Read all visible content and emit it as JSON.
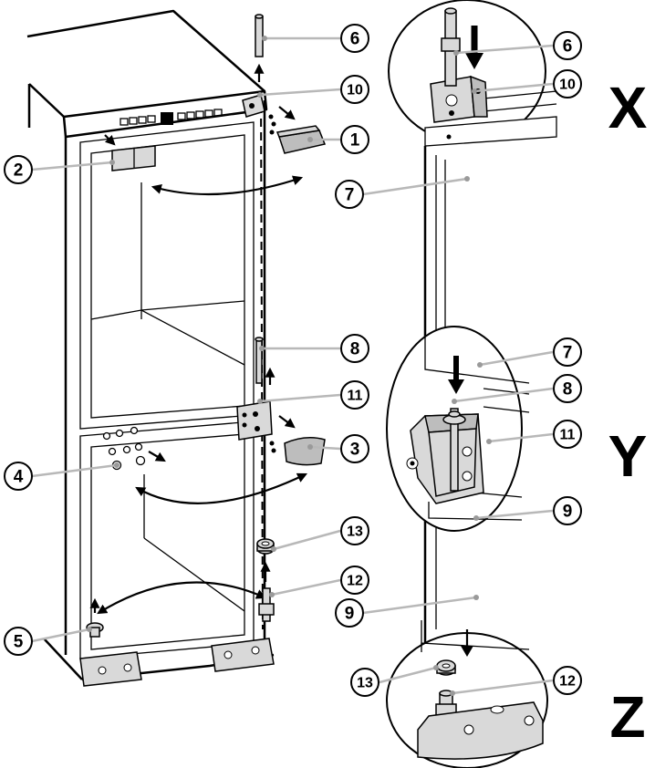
{
  "callouts": {
    "c1": "1",
    "c2": "2",
    "c3": "3",
    "c4": "4",
    "c5": "5",
    "c6_main": "6",
    "c6_detail": "6",
    "c7_main": "7",
    "c7_detail": "7",
    "c8_main": "8",
    "c8_detail": "8",
    "c9_main": "9",
    "c9_detail": "9",
    "c10_main": "10",
    "c10_detail": "10",
    "c11_main": "11",
    "c11_detail": "11",
    "c12_main": "12",
    "c12_detail": "12",
    "c13_main": "13",
    "c13_detail": "13"
  },
  "detail_views": {
    "x": "X",
    "y": "Y",
    "z": "Z"
  },
  "colors": {
    "line": "#000000",
    "leader": "#b8b8b8",
    "part_fill": "#d9d9d9"
  }
}
